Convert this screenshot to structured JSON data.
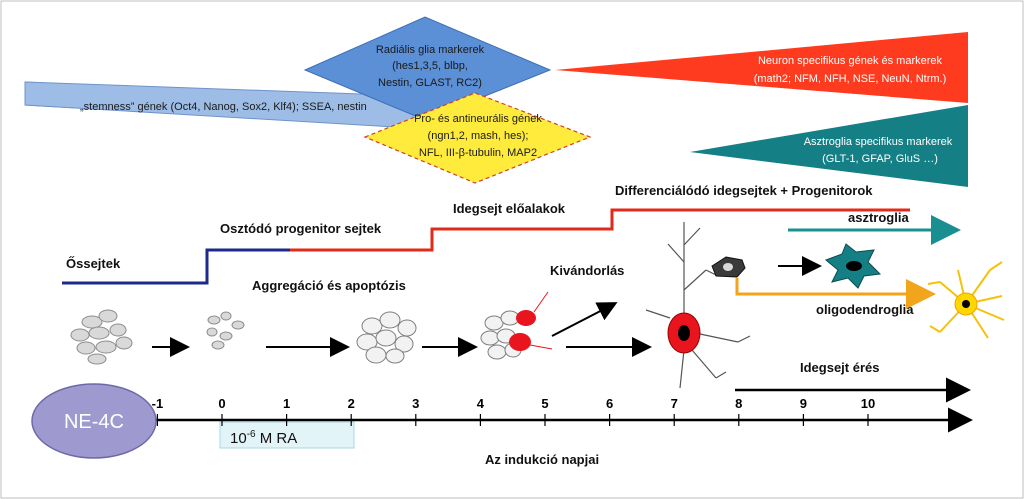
{
  "markers": {
    "radial_glia": [
      "Radiális glia markerek",
      "(hes1,3,5, blbp,",
      "Nestin, GLAST, RC2)"
    ],
    "neuron": [
      "Neuron specifikus gének és markerek",
      "(math2; NFM, NFH, NSE, NeuN, Ntrm.)"
    ],
    "stemness": "„stemness” gének (Oct4, Nanog, Sox2, Klf4); SSEA, nestin",
    "proneural": [
      "Pro- és antineurális gének",
      "(ngn1,2, mash, hes);",
      "NFL, III-β-tubulin, MAP2"
    ],
    "astroglia_markers": [
      "Asztroglia specifikus markerek",
      "(GLT-1, GFAP, GluS …)"
    ]
  },
  "stages": {
    "stem": "Őssejtek",
    "dividing": "Osztódó progenitor sejtek",
    "precursors": "Idegsejt előalakok",
    "differentiating": "Differenciálódó idegsejtek + Progenitorok",
    "astroglia": "asztroglia",
    "oligodendroglia": "oligodendroglia"
  },
  "events": {
    "aggregation": "Aggregáció és apoptózis",
    "migration": "Kivándorlás",
    "maturation": "Idegsejt érés"
  },
  "timeline": {
    "cell_line": "NE-4C",
    "ra_base": "10",
    "ra_exp": "-6",
    "ra_unit": " M RA",
    "axis_label": "Az indukció napjai",
    "ticks": [
      "-1",
      "0",
      "1",
      "2",
      "3",
      "4",
      "5",
      "6",
      "7",
      "8",
      "9",
      "10"
    ]
  },
  "colors": {
    "blue_marker": "#5b8fd6",
    "stemness": "#9dbde6",
    "neuron": "#ff3b1f",
    "astro": "#157f86",
    "yellow": "#ffeb3b",
    "navy": "#1c2a8a",
    "red": "#e02a1a",
    "teal": "#1a8f91",
    "orange": "#f2a51a"
  }
}
